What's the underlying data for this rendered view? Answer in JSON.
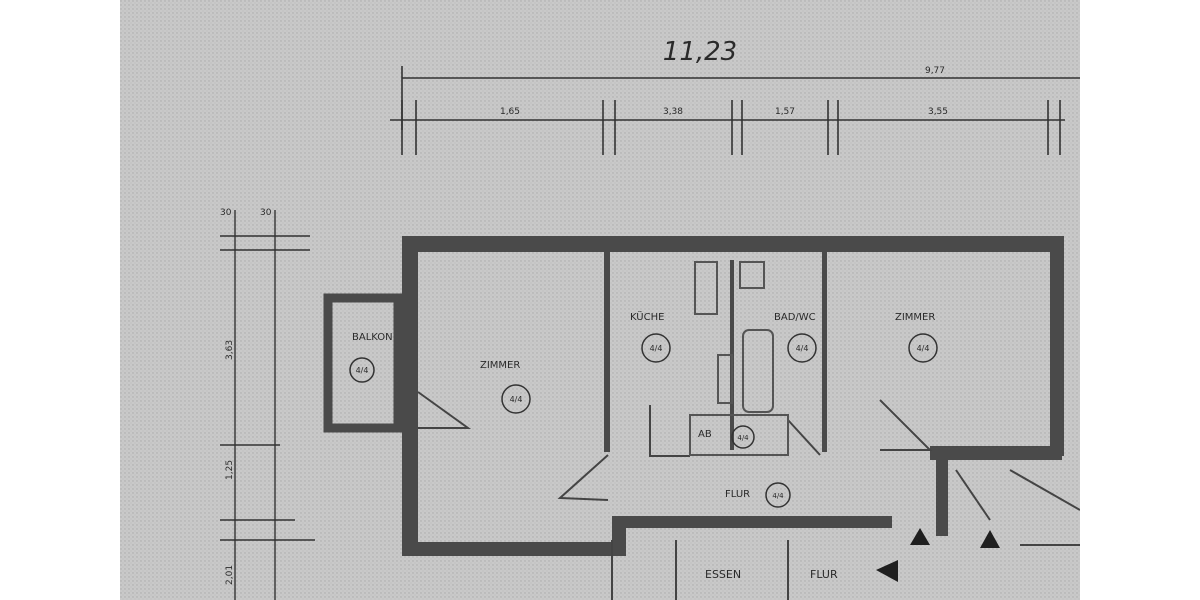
{
  "plan": {
    "overall_dimension": "11,23",
    "total_width": "9,77",
    "segments": [
      "1,65",
      "3,38",
      "1,57",
      "3,55"
    ],
    "left_small_a": "30",
    "left_small_b": "30",
    "rooms": {
      "balkon": "BALKON",
      "zimmer_left": "ZIMMER",
      "kueche": "KÜCHE",
      "bad_wc": "BAD/WC",
      "zimmer_right": "ZIMMER",
      "abst": "AB",
      "flur": "FLUR",
      "essen": "ESSEN",
      "flur_bottom": "FLUR"
    },
    "room_tags": {
      "balkon": "4/4",
      "zimmer_left": "4/4",
      "kueche": "4/4",
      "bad_wc": "4/4",
      "zimmer_right": "4/4",
      "abst": "4/4",
      "flur": "4/4"
    },
    "left_dims": [
      "3,63",
      "1,25",
      "2,01"
    ]
  },
  "colors": {
    "paper": "#c7c7c7",
    "wall": "#4a4a4a",
    "ink": "#2a2a2a"
  }
}
